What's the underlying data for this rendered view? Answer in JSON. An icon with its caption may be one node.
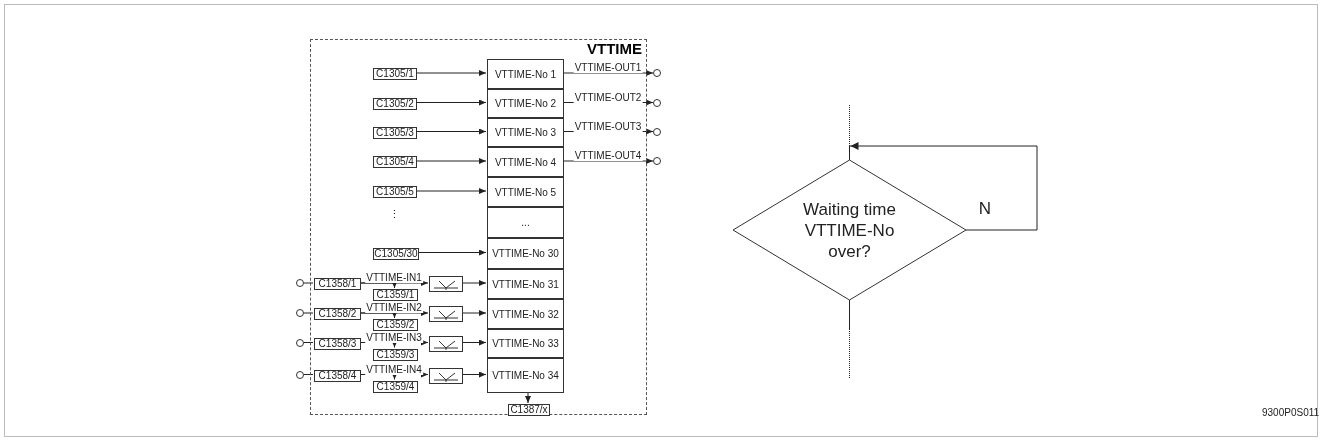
{
  "diagram": {
    "nodes": [
      {
        "text": [
          "VTTIME"
        ]
      },
      {
        "text": [
          "VTTIME-No 1"
        ],
        "in": 0
      },
      {
        "text": [
          "VTTIME-No 2"
        ],
        "in": 0
      },
      {
        "text": [
          "VTTIME-No 3"
        ],
        "in": 0
      },
      {
        "text": [
          "VTTIME-No 4"
        ],
        "in": 0
      },
      {
        "text": [
          "VTTIME-No 5"
        ],
        "in": 0
      },
      {
        "text": [
          "..."
        ],
        "in": 0
      },
      {
        "text": [
          "VTTIME-No 30"
        ],
        "in": 0
      },
      {
        "text": [
          "VTTIME-No 31"
        ],
        "in": 0
      },
      {
        "text": [
          "VTTIME-No 32"
        ],
        "in": 0
      },
      {
        "text": [
          "VTTIME-No 33"
        ],
        "in": 0
      },
      {
        "text": [
          "VTTIME-No 34"
        ],
        "in": 0
      },
      {
        "text": [
          "C1305/1"
        ],
        "in": 0
      },
      {
        "text": [
          "C1305/2"
        ],
        "in": 0
      },
      {
        "text": [
          "C1305/3"
        ],
        "in": 0
      },
      {
        "text": [
          "C1305/4"
        ],
        "in": 0
      },
      {
        "text": [
          "C1305/5"
        ],
        "in": 0
      },
      {
        "text": [
          "C1305/30"
        ],
        "in": 0
      },
      {
        "text": [
          "C1358/1"
        ],
        "in": 0
      },
      {
        "text": [
          "C1358/2"
        ],
        "in": 0
      },
      {
        "text": [
          "C1358/3"
        ],
        "in": 0
      },
      {
        "text": [
          "C1358/4"
        ],
        "in": 0
      },
      {
        "text": [
          "C1359/1"
        ],
        "in": 0
      },
      {
        "text": [
          "C1359/2"
        ],
        "in": 0
      },
      {
        "text": [
          "C1359/3"
        ],
        "in": 0
      },
      {
        "text": [
          "C1359/4"
        ],
        "in": 0
      },
      {
        "text": [],
        "shape": "box",
        "in": 0
      },
      {
        "text": [],
        "shape": "box",
        "in": 0
      },
      {
        "text": [],
        "shape": "box",
        "in": 0
      },
      {
        "text": [],
        "shape": "box",
        "in": 0
      },
      {
        "text": [],
        "shape": "circle"
      },
      {
        "text": [],
        "shape": "circle"
      },
      {
        "text": [],
        "shape": "circle"
      },
      {
        "text": [],
        "shape": "circle"
      },
      {
        "text": [],
        "shape": "circle"
      },
      {
        "text": [],
        "shape": "circle"
      },
      {
        "text": [],
        "shape": "circle"
      },
      {
        "text": [],
        "shape": "circle"
      },
      {
        "text": [
          "C1387/x"
        ],
        "in": 0
      },
      {
        "text": [
          "Waiting time VTTIME-No over?"
        ]
      }
    ],
    "edges": [
      {
        "from": 12,
        "to": 1,
        "arrow": "to"
      },
      {
        "from": 13,
        "to": 2,
        "arrow": "to"
      },
      {
        "from": 14,
        "to": 3,
        "arrow": "to"
      },
      {
        "from": 15,
        "to": 4,
        "arrow": "to"
      },
      {
        "from": 16,
        "to": 5,
        "arrow": "to"
      },
      {
        "from": 17,
        "to": 7,
        "arrow": "to"
      },
      {
        "from": 1,
        "to": 34,
        "arrow": "to",
        "label": "VTTIME-OUT1"
      },
      {
        "from": 2,
        "to": 35,
        "arrow": "to",
        "label": "VTTIME-OUT2"
      },
      {
        "from": 3,
        "to": 36,
        "arrow": "to",
        "label": "VTTIME-OUT3"
      },
      {
        "from": 4,
        "to": 37,
        "arrow": "to",
        "label": "VTTIME-OUT4"
      },
      {
        "from": 30,
        "to": 18,
        "arrow": "none"
      },
      {
        "from": 31,
        "to": 19,
        "arrow": "none"
      },
      {
        "from": 32,
        "to": 20,
        "arrow": "none"
      },
      {
        "from": 33,
        "to": 21,
        "arrow": "none"
      },
      {
        "from": 18,
        "to": 26,
        "arrow": "to",
        "label": "VTTIME-IN1"
      },
      {
        "from": 19,
        "to": 27,
        "arrow": "to",
        "label": "VTTIME-IN2"
      },
      {
        "from": 20,
        "to": 28,
        "arrow": "to",
        "label": "VTTIME-IN3"
      },
      {
        "from": 21,
        "to": 29,
        "arrow": "to",
        "label": "VTTIME-IN4"
      },
      {
        "from": 18,
        "to": 22,
        "arrow": "to"
      },
      {
        "from": 19,
        "to": 23,
        "arrow": "to"
      },
      {
        "from": 20,
        "to": 24,
        "arrow": "to"
      },
      {
        "from": 21,
        "to": 25,
        "arrow": "to"
      },
      {
        "from": 26,
        "to": 8,
        "arrow": "to"
      },
      {
        "from": 27,
        "to": 9,
        "arrow": "to"
      },
      {
        "from": 28,
        "to": 10,
        "arrow": "to"
      },
      {
        "from": 29,
        "to": 11,
        "arrow": "to"
      },
      {
        "from": 11,
        "to": 38,
        "arrow": "to"
      },
      {
        "from": 39,
        "to": 39,
        "arrow": "to",
        "label": "N"
      },
      {
        "from": null,
        "to": 39,
        "arrow": "none",
        "style": "dashed"
      },
      {
        "from": 39,
        "to": null,
        "arrow": "none",
        "style": "dashed"
      }
    ],
    "labels": [
      "⋮",
      "9300P0S011"
    ]
  }
}
